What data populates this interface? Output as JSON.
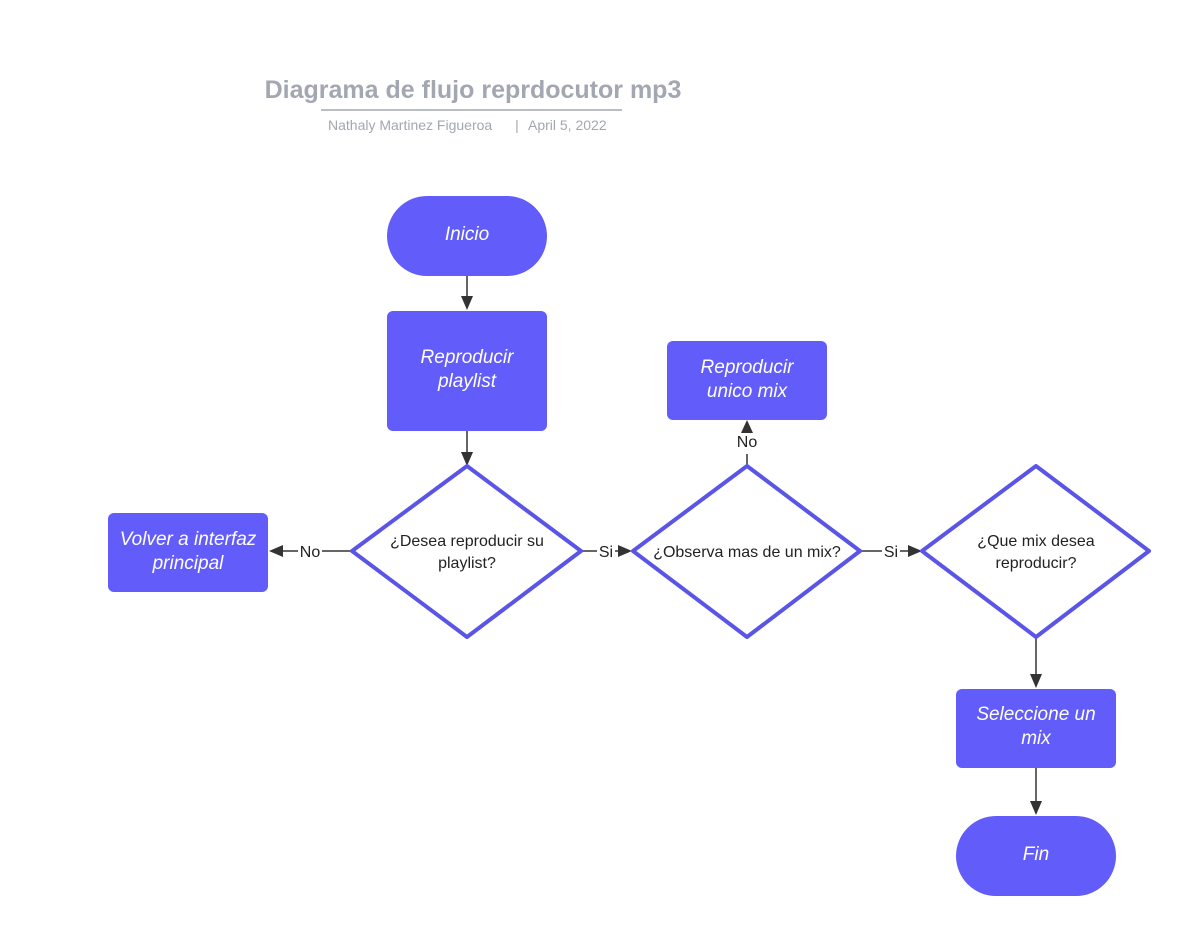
{
  "header": {
    "title": "Diagrama de flujo reprdocutor mp3",
    "author": "Nathaly Martinez Figueroa",
    "separator": "|",
    "date": "April 5, 2022"
  },
  "nodes": {
    "inicio": {
      "label": "Inicio"
    },
    "reproducir_playlist": {
      "line1": "Reproducir",
      "line2": "playlist"
    },
    "desea_reproducir": {
      "line1": "¿Desea reproducir su",
      "line2": "playlist?"
    },
    "volver_interfaz": {
      "line1": "Volver a interfaz",
      "line2": "principal"
    },
    "observa_mix": {
      "label": "¿Observa mas de un mix?"
    },
    "reproducir_unico": {
      "line1": "Reproducir",
      "line2": "unico mix"
    },
    "que_mix": {
      "line1": "¿Que mix desea",
      "line2": "reproducir?"
    },
    "seleccione_mix": {
      "line1": "Seleccione un",
      "line2": "mix"
    },
    "fin": {
      "label": "Fin"
    }
  },
  "edges": {
    "desea_to_volver": {
      "label": "No"
    },
    "desea_to_observa": {
      "label": "Si"
    },
    "observa_to_unico": {
      "label": "No"
    },
    "observa_to_que_mix": {
      "label": "Si"
    }
  },
  "colors": {
    "shape_fill": "#625cfa",
    "diamond_stroke": "#5a55e6",
    "title_gray": "#a2a7b2",
    "connector": "#333333"
  }
}
